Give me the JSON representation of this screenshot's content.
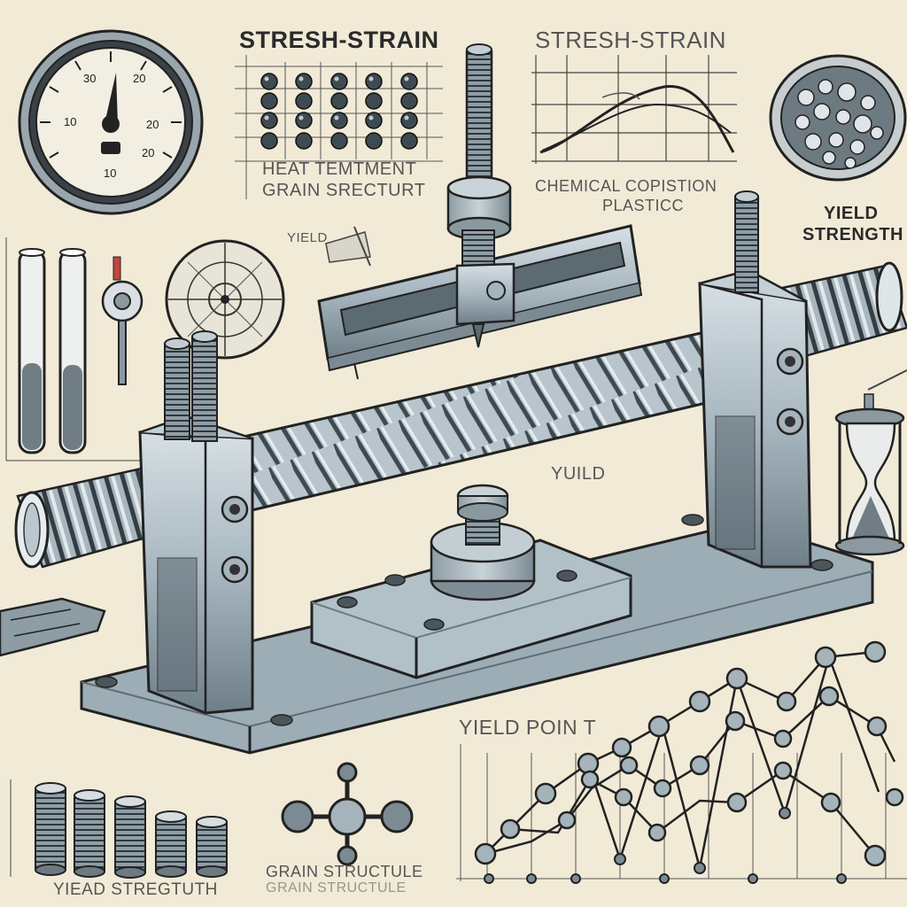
{
  "texts": {
    "stress_strain_1": "STRESH-STRAIN",
    "stress_strain_2": "STRESH-STRAIN",
    "heat_treatment": "HEAT TEMTMENT",
    "grain_structure_top": "GRAIN SRECTURT",
    "chemical_composition": "CHEMICAL COPISTION",
    "plastic": "PLASTICC",
    "yield_strength_right_1": "YIELD",
    "yield_strength_right_2": "STRENGTH",
    "yield_left": "YIELD",
    "yield_center": "YUILD",
    "yield_point": "YIELD POIN T",
    "grain_structure_bottom": "GRAIN STRUCTULE",
    "grain_structure_bottom_ghost": "GRAIN STRUCTULE",
    "yield_strength_bottom": "YIEAD STREGTUTH",
    "gauge_ticks": [
      "30",
      "10",
      "20",
      "20",
      "20",
      "10"
    ]
  },
  "colors": {
    "paper": "#f1ead7",
    "steel": "#a7b6bf",
    "steel_dark": "#6f7f88",
    "ink": "#2a2a2a",
    "accent_red": "#c0473a"
  },
  "icons": [
    "pressure-gauge-icon",
    "grain-grid-icon",
    "stress-strain-curve-icon",
    "microstructure-dish-icon",
    "test-tube-icon",
    "hourglass-icon",
    "molecule-icon",
    "coin-stack-icon",
    "tensile-test-rig-icon"
  ]
}
